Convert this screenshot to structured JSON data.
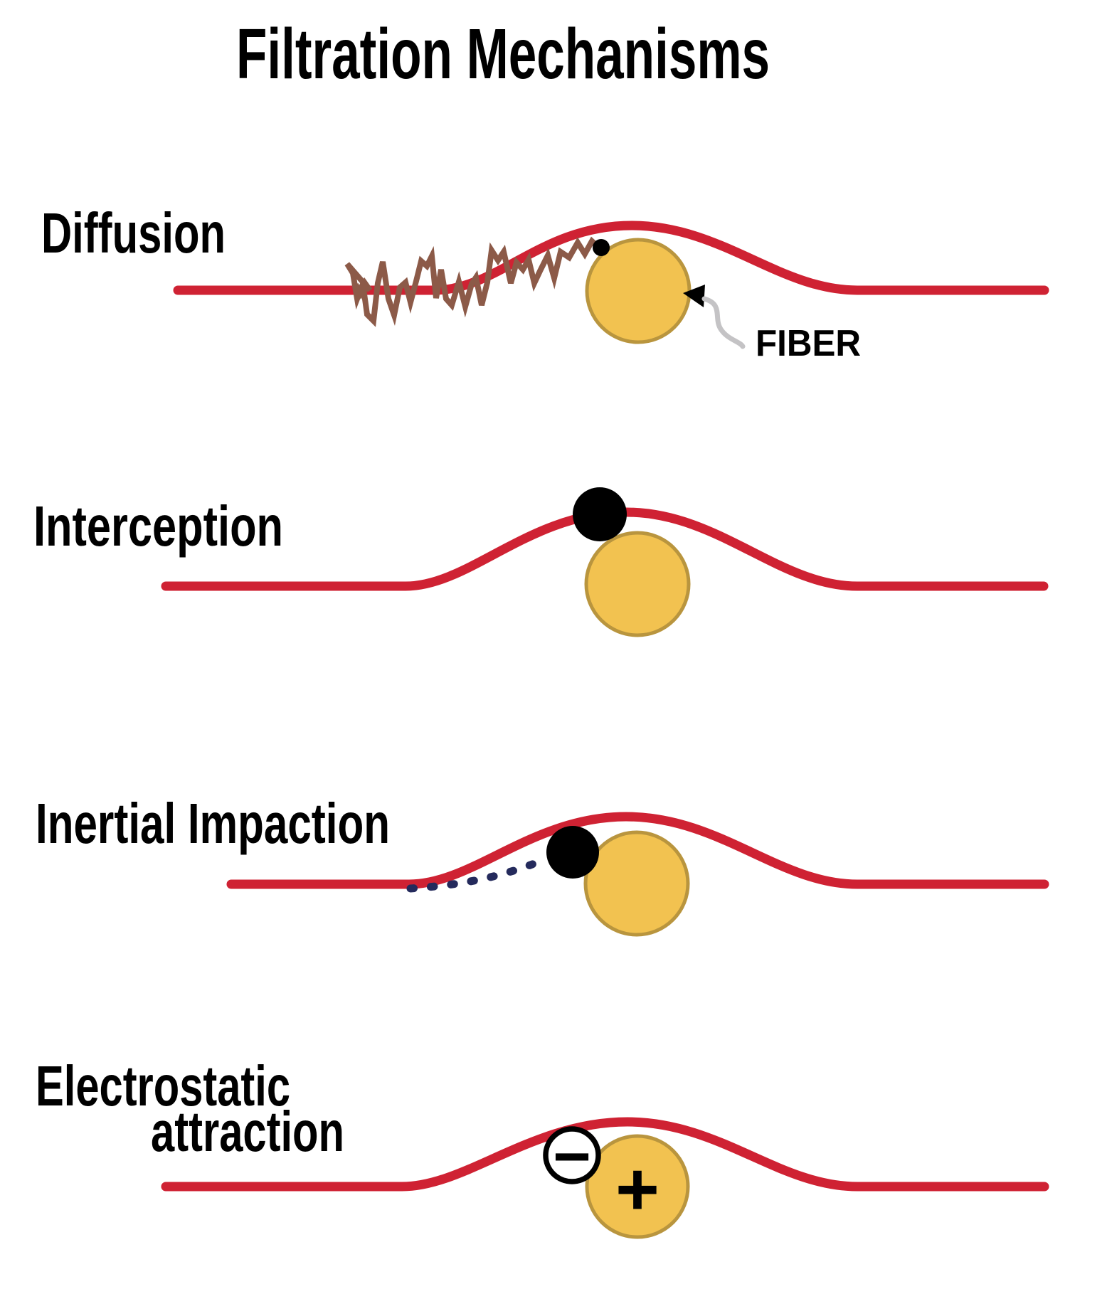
{
  "title": "Filtration Mechanisms",
  "colors": {
    "streamline_red": "#CF2233",
    "fiber_fill": "#F2C250",
    "fiber_stroke": "#B9953E",
    "particle_black": "#000000",
    "brownian_brown": "#8C5A48",
    "trajectory_navy": "#242A5C",
    "leader_gray": "#C4C3C5",
    "text_black": "#000000"
  },
  "sections": {
    "diffusion": {
      "label": "Diffusion",
      "fiber_annotation": "FIBER"
    },
    "interception": {
      "label": "Interception"
    },
    "inertial_impaction": {
      "label": "Inertial Impaction"
    },
    "electrostatic": {
      "label_line1": "Electrostatic",
      "label_line2": "attraction",
      "particle_charge": "−",
      "fiber_charge": "+"
    }
  }
}
